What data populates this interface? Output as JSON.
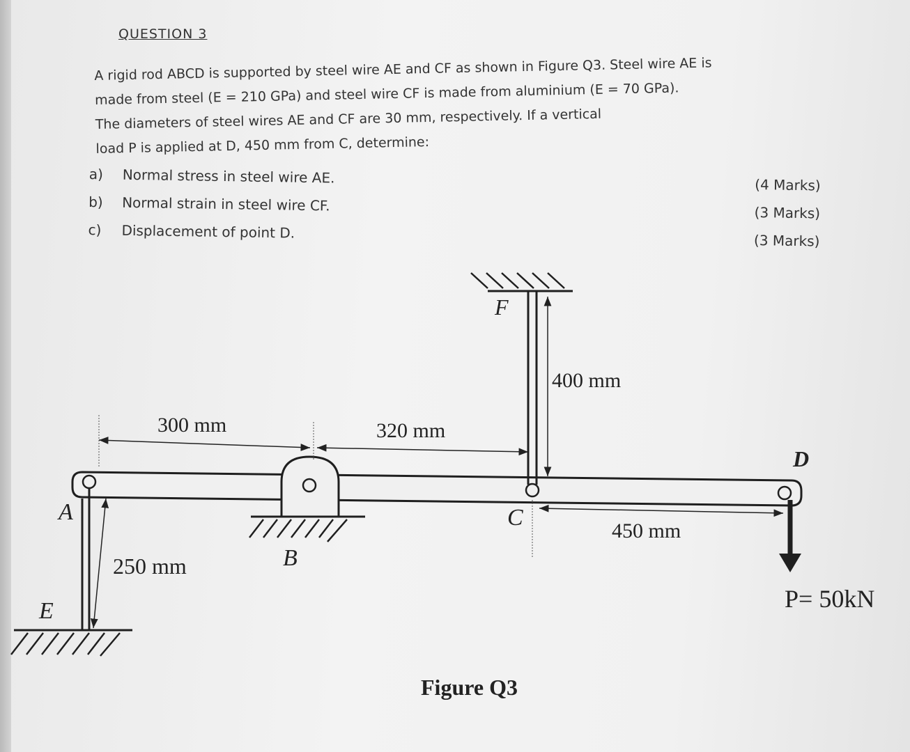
{
  "question": {
    "title": "QUESTION 3",
    "lines": [
      "A rigid rod ABCD is supported by steel wire AE and CF as shown in Figure Q3. Steel wire AE is",
      "made from steel (E = 210 GPa) and steel wire CF is made from aluminium (E = 70 GPa).",
      "The diameters of steel wires AE and CF are 30 mm, respectively. If a vertical",
      "load P is applied at D, 450 mm from C, determine:"
    ],
    "parts": [
      {
        "label": "a)",
        "text": "Normal stress in steel wire AE.",
        "marks": "(4 Marks)"
      },
      {
        "label": "b)",
        "text": "Normal strain in steel wire CF.",
        "marks": "(3 Marks)"
      },
      {
        "label": "c)",
        "text": "Displacement of point D.",
        "marks": "(3 Marks)"
      }
    ]
  },
  "figure": {
    "caption": "Figure Q3",
    "points": {
      "A": "A",
      "B": "B",
      "C": "C",
      "D": "D",
      "E": "E",
      "F": "F"
    },
    "dimensions": {
      "AB": "300 mm",
      "BC": "320 mm",
      "CF": "400 mm",
      "AE": "250 mm",
      "CD": "450 mm"
    },
    "load": "P= 50kN"
  }
}
